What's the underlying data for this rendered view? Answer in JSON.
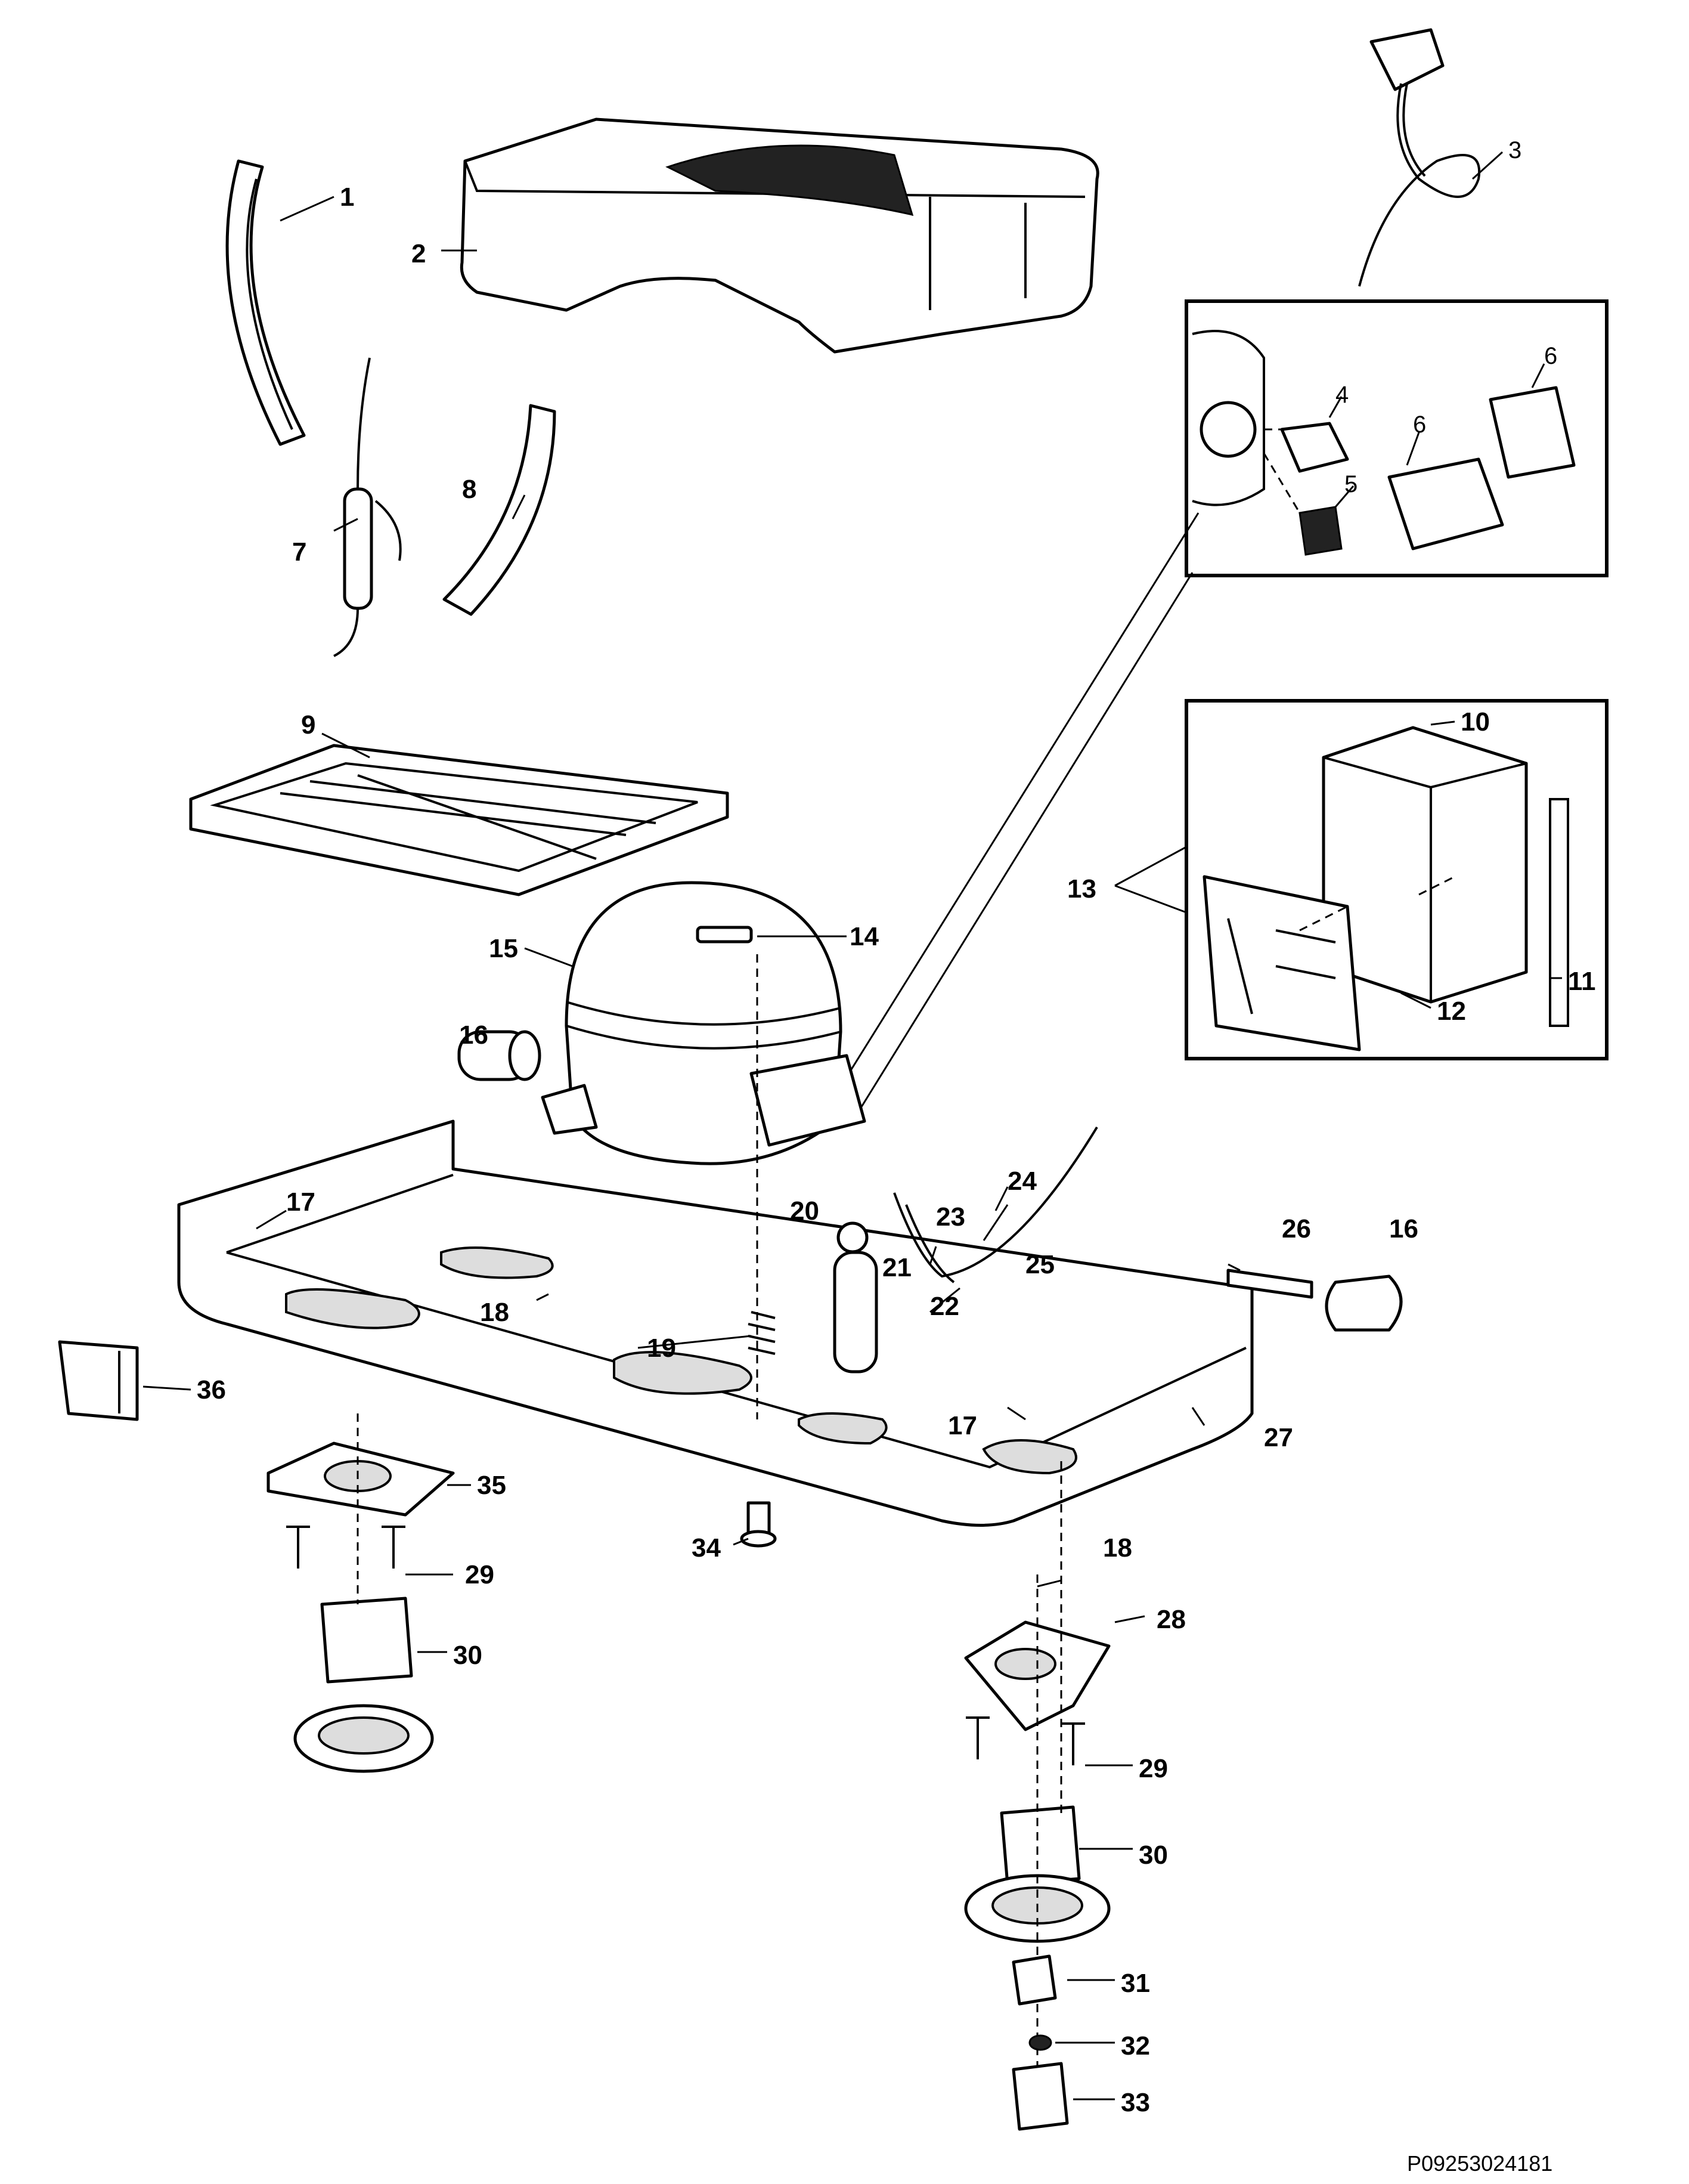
{
  "labels": {
    "p1": "1",
    "p2": "2",
    "p3": "3",
    "p4": "4",
    "p5": "5",
    "p6a": "6",
    "p6b": "6",
    "p7": "7",
    "p8": "8",
    "p9": "9",
    "p10": "10",
    "p11": "11",
    "p12": "12",
    "p13": "13",
    "p14": "14",
    "p15": "15",
    "p16a": "16",
    "p16b": "16",
    "p17a": "17",
    "p17b": "17",
    "p18a": "18",
    "p18b": "18",
    "p19": "19",
    "p20": "20",
    "p21": "21",
    "p22": "22",
    "p23": "23",
    "p24": "24",
    "p25": "25",
    "p26": "26",
    "p27": "27",
    "p28": "28",
    "p29a": "29",
    "p29b": "29",
    "p30a": "30",
    "p30b": "30",
    "p31": "31",
    "p32": "32",
    "p33": "33",
    "p34": "34",
    "p35": "35",
    "p36": "36"
  },
  "code": "P09253024181"
}
